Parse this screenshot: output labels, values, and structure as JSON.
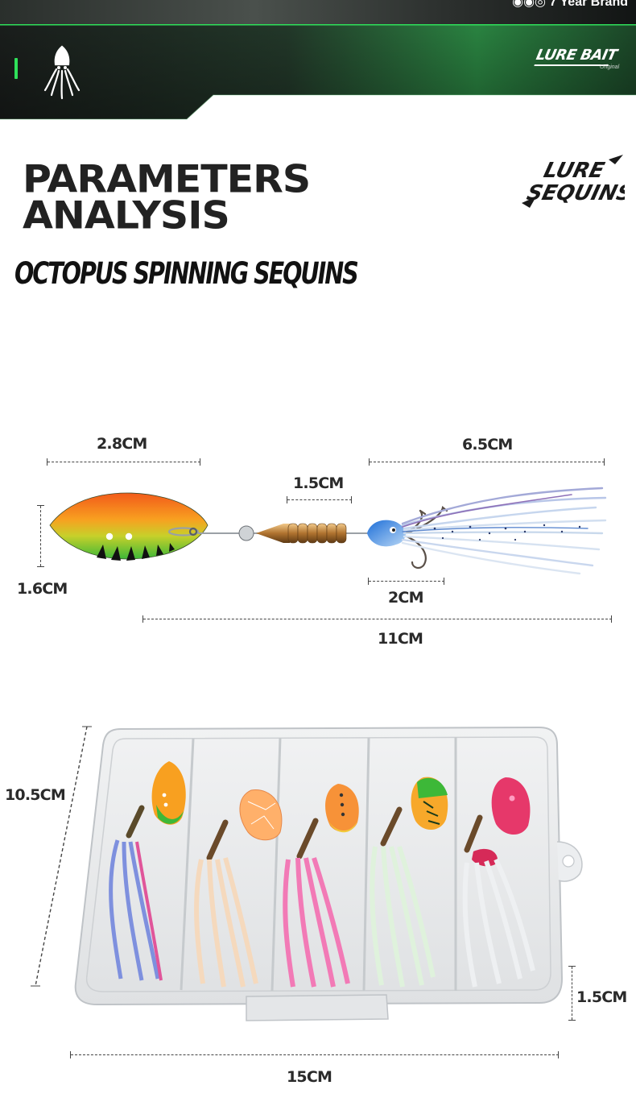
{
  "header": {
    "top_strip_text": "◉◉◎ 7 Year Brand",
    "brand_logo": "LURE BAIT",
    "brand_logo_sub": "Original",
    "squid_icon": "squid-icon"
  },
  "headings": {
    "title_line1": "PARAMETERS",
    "title_line2": "ANALYSIS",
    "subtitle": "OCTOPUS SPINNING SEQUINS",
    "side_logo_line1": "LURE",
    "side_logo_line2": "SEQUINS"
  },
  "lure_dimensions": {
    "blade_length": "2.8CM",
    "skirt_length": "6.5CM",
    "body_length": "1.5CM",
    "blade_height": "1.6CM",
    "hook_size": "2CM",
    "total_length": "11CM"
  },
  "box_dimensions": {
    "height": "10.5CM",
    "depth": "1.5CM",
    "width": "15CM"
  },
  "colors": {
    "banner_dark": "#1e2321",
    "banner_green": "#2fae4e",
    "accent_green": "#2fe05a",
    "text_dark": "#222222"
  }
}
